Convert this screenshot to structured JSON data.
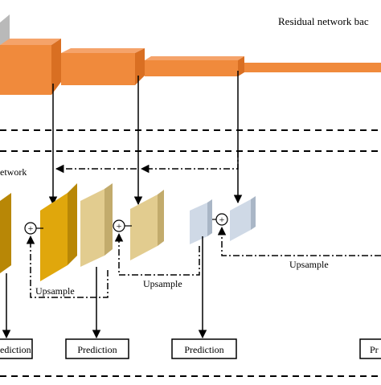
{
  "title_backbone": "Residual network bac",
  "title_fpn": "etwork",
  "upsample_labels": [
    "Upsample",
    "Upsample",
    "Upsample"
  ],
  "prediction_labels": [
    "ediction",
    "Prediction",
    "Prediction",
    "Pr"
  ],
  "plus_symbol": "+",
  "colors": {
    "backbone_front": "#f08a3c",
    "backbone_top": "#f5a36a",
    "backbone_side": "#d96f22",
    "stem_gray": "#b9b9b9",
    "gold_front": "#e0a70c",
    "gold_side": "#b88706",
    "tan_front": "#e2cc8f",
    "tan_side": "#c2ab6c",
    "blue_front": "#cfd9e6",
    "blue_side": "#a9b6c6"
  }
}
